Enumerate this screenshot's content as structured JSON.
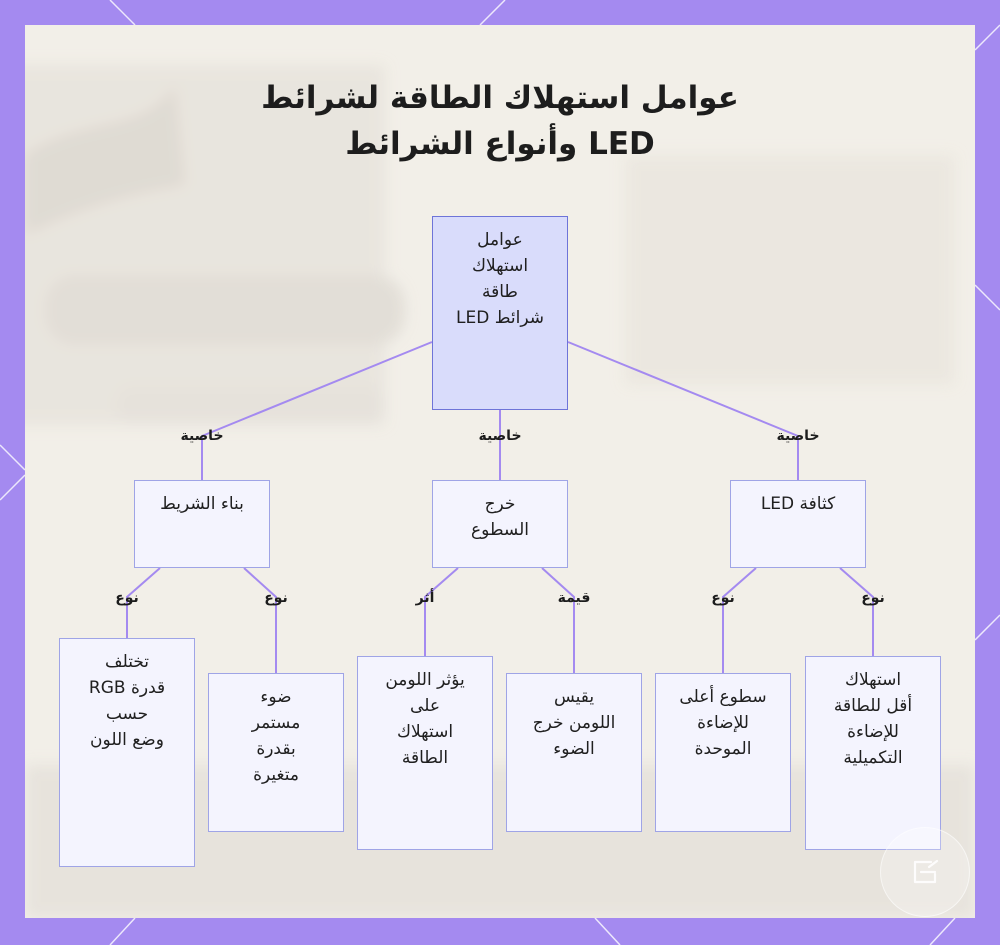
{
  "title": {
    "line1": "عوامل استهلاك الطاقة لشرائط",
    "line2": "LED وأنواع الشرائط"
  },
  "diagram": {
    "root": "عوامل\nاستهلاك\nطاقة\nشرائط LED",
    "level1": [
      {
        "edge_label": "خاصية",
        "text": "كثافة LED"
      },
      {
        "edge_label": "خاصية",
        "text": "خرج\nالسطوع"
      },
      {
        "edge_label": "خاصية",
        "text": "بناء الشريط"
      }
    ],
    "leaves": [
      {
        "edge_label": "نوع",
        "text": "استهلاك\nأقل للطاقة\nللإضاءة\nالتكميلية"
      },
      {
        "edge_label": "نوع",
        "text": "سطوع أعلى\nللإضاءة\nالموحدة"
      },
      {
        "edge_label": "قيمة",
        "text": "يقيس\nاللومن خرج\nالضوء"
      },
      {
        "edge_label": "أثر",
        "text": "يؤثر اللومن\nعلى\nاستهلاك\nالطاقة"
      },
      {
        "edge_label": "نوع",
        "text": "ضوء\nمستمر\nبقدرة\nمتغيرة"
      },
      {
        "edge_label": "نوع",
        "text": "تختلف\nقدرة RGB\nحسب\nوضع اللون"
      }
    ]
  },
  "colors": {
    "frame": "#a48af0",
    "panel": "#f3f0ea",
    "edge": "#a48af0",
    "root_fill": "#d9dcfb",
    "node_fill": "#f4f4fe",
    "node_border": "#9fa4e6"
  },
  "badge_icon": "edit-icon"
}
